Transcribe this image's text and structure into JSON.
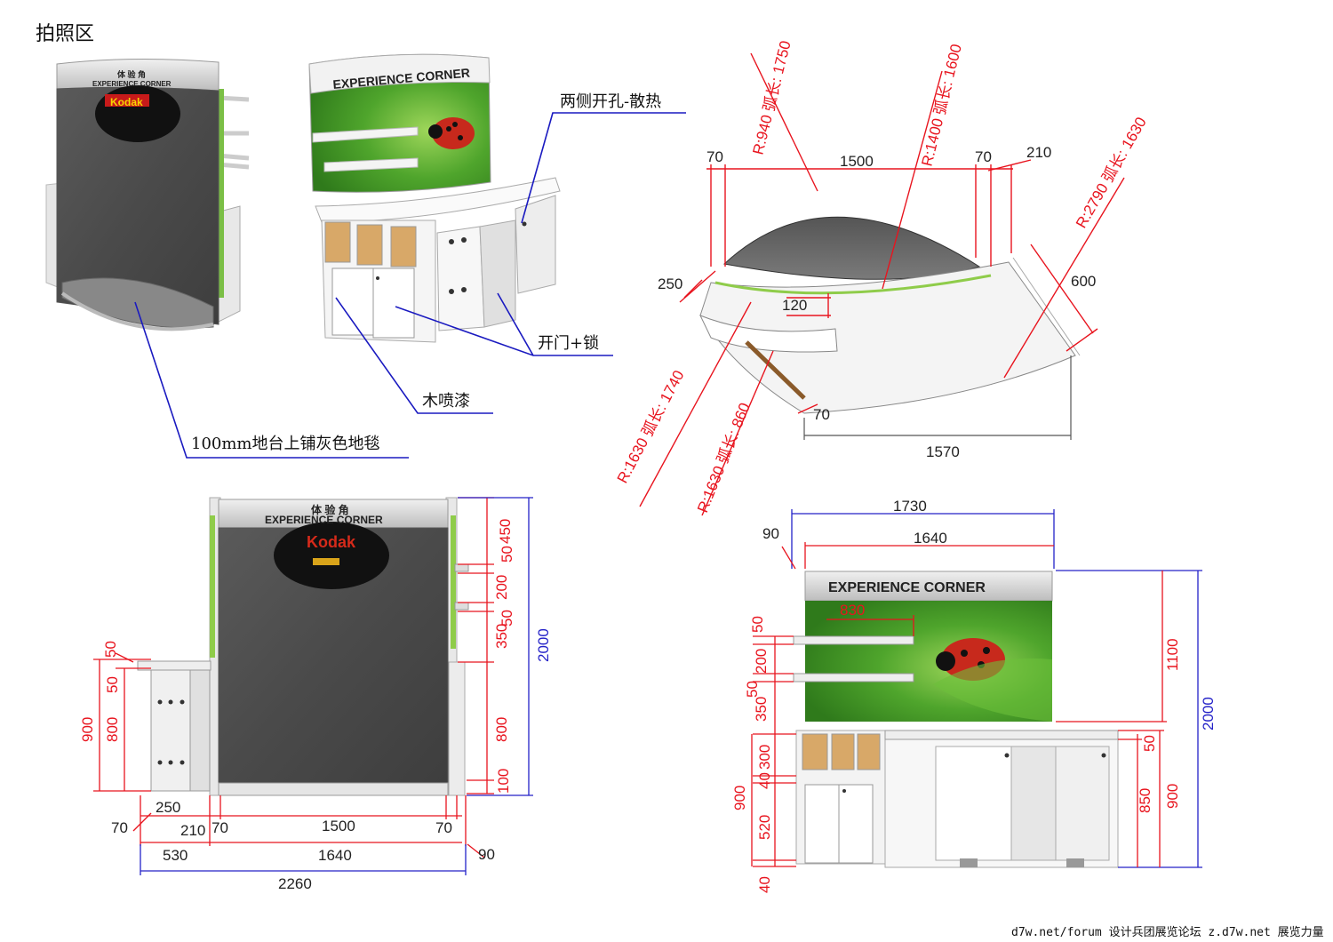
{
  "page_title": "拍照区",
  "sign": {
    "cn": "体  验  角",
    "en": "EXPERIENCE CORNER",
    "brand": "Kodak"
  },
  "notes": {
    "vents": "两侧开孔-散热",
    "door_lock": "开门+锁",
    "paint": "木喷漆",
    "carpet": "100mm地台上铺灰色地毯"
  },
  "plan_dims": {
    "r940": "R:940 弧长: 1750",
    "r1400": "R:1400 弧长: 1600",
    "r2790": "R:2790 弧长: 1630",
    "r1630a": "R:1630 弧长: 1740",
    "r1630b": "R:1630 弧长: 860",
    "d70a": "70",
    "d1500": "1500",
    "d70b": "70",
    "d210": "210",
    "d250": "250",
    "d120": "120",
    "d600": "600",
    "d70c": "70",
    "d1570": "1570"
  },
  "side_dims": {
    "d450": "450",
    "d50a": "50",
    "d200": "200",
    "d50b": "50",
    "d350": "350",
    "d800r": "800",
    "d100": "100",
    "d2000": "2000",
    "d50c": "50",
    "d50d": "50",
    "d900": "900",
    "d800l": "800",
    "d250": "250",
    "d70a": "70",
    "d210": "210",
    "d70b": "70",
    "d1500": "1500",
    "d70c": "70",
    "d530": "530",
    "d1640": "1640",
    "d90": "90",
    "d2260": "2260"
  },
  "front_dims": {
    "d1730": "1730",
    "d90": "90",
    "d1640": "1640",
    "d830": "830",
    "d50a": "50",
    "d200": "200",
    "d50b": "50",
    "d350": "350",
    "d300": "300",
    "d40a": "40",
    "d520": "520",
    "d40b": "40",
    "d900l": "900",
    "d1100": "1100",
    "d2000": "2000",
    "d50c": "50",
    "d850": "850",
    "d900r": "900"
  },
  "footer": "d7w.net/forum 设计兵团展览论坛   z.d7w.net 展览力量"
}
